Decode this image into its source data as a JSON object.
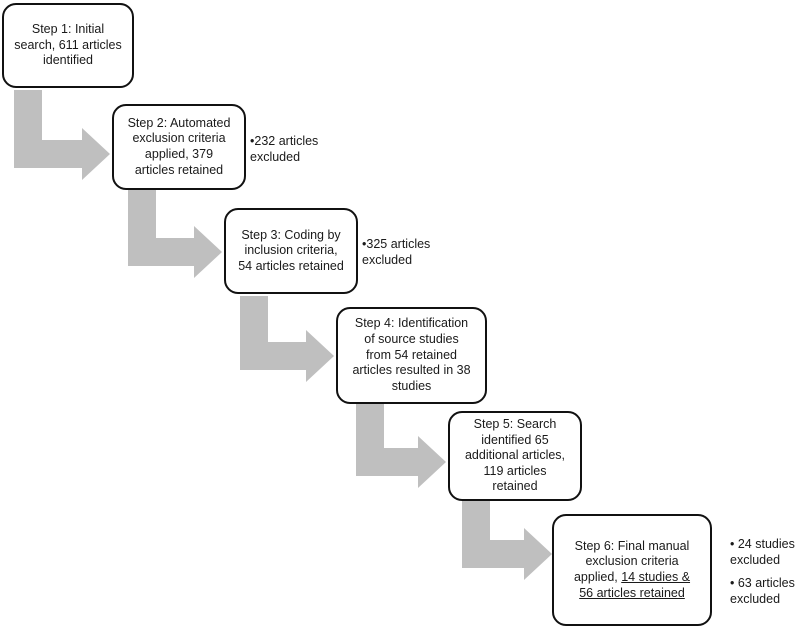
{
  "steps": [
    {
      "text": "Step 1: Initial\nsearch, 611 articles\nidentified"
    },
    {
      "text": "Step 2: Automated\nexclusion criteria\napplied, 379\narticles retained"
    },
    {
      "text": "Step 3: Coding by\ninclusion criteria,\n54 articles retained"
    },
    {
      "text": "Step 4: Identification\nof source studies\nfrom 54 retained\narticles resulted in 38\nstudies"
    },
    {
      "text": "Step 5: Search\nidentified  65\nadditional articles,\n119 articles\nretained"
    },
    {
      "text_plain": "Step 6: Final manual\nexclusion criteria\napplied, ",
      "text_underlined": "14 studies &\n56 articles retained"
    }
  ],
  "notes": {
    "step2": [
      "•232 articles\nexcluded"
    ],
    "step3": [
      "•325 articles\nexcluded"
    ],
    "step6": [
      "• 24 studies\nexcluded",
      "• 63 articles\nexcluded"
    ]
  },
  "colors": {
    "arrow": "#bfbfbf",
    "border": "#111111"
  }
}
